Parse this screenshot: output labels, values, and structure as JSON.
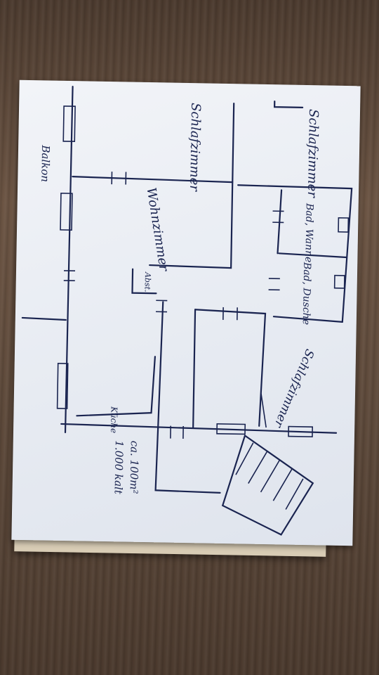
{
  "plan": {
    "rooms": {
      "bedroom_top_right": "Schlafzimmer",
      "bedroom_top_mid": "Schlafzimmer",
      "living_room": "Wohnzimmer",
      "bedroom_center": "Schlafzimmer",
      "bath_tub": "Bad, Wanne",
      "bath_shower": "Bad, Dusche",
      "balcony": "Balkon",
      "kitchen": "Küche",
      "storage": "Abst."
    },
    "info": {
      "area": "ca. 100m²",
      "rent": "1.000 kalt"
    }
  }
}
